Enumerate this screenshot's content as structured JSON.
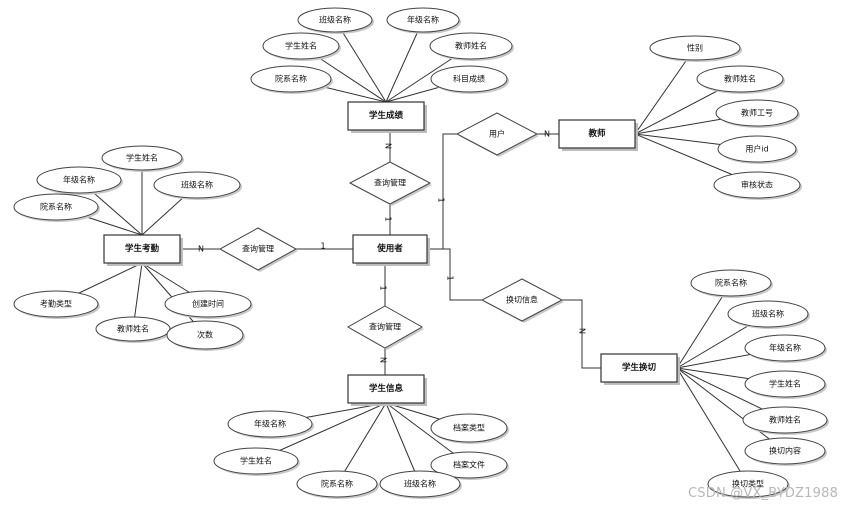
{
  "entities": {
    "user": "使用者",
    "score": "学生成绩",
    "teacher": "教师",
    "attendance": "学生考勤",
    "student": "学生信息",
    "switch": "学生换切"
  },
  "relationships": {
    "user_score": "查询管理",
    "user_teacher": "用户",
    "user_attendance": "查询管理",
    "user_student": "查询管理",
    "user_switch": "换切信息"
  },
  "attributes": {
    "score": [
      "班级名称",
      "年级名称",
      "学生姓名",
      "教师姓名",
      "院系名称",
      "科目成绩"
    ],
    "teacher": [
      "性别",
      "教师姓名",
      "教师工号",
      "用户id",
      "审核状态"
    ],
    "attendance": [
      "学生姓名",
      "年级名称",
      "班级名称",
      "院系名称",
      "考勤类型",
      "创建时间",
      "教师姓名",
      "次数"
    ],
    "student": [
      "年级名称",
      "档案类型",
      "学生姓名",
      "档案文件",
      "院系名称",
      "班级名称"
    ],
    "switch": [
      "院系名称",
      "班级名称",
      "年级名称",
      "学生姓名",
      "教师姓名",
      "换切内容",
      "换切类型"
    ]
  },
  "cardinalities": {
    "score_n": "N",
    "score_1": "1",
    "teacher_user": "1",
    "teacher_n": "N",
    "attendance_n": "N",
    "attendance_1": "1",
    "student_1": "1",
    "student_n": "N",
    "switch_1": "1",
    "switch_n": "N"
  },
  "watermark": "CSDN @VX_BYDZ1988"
}
